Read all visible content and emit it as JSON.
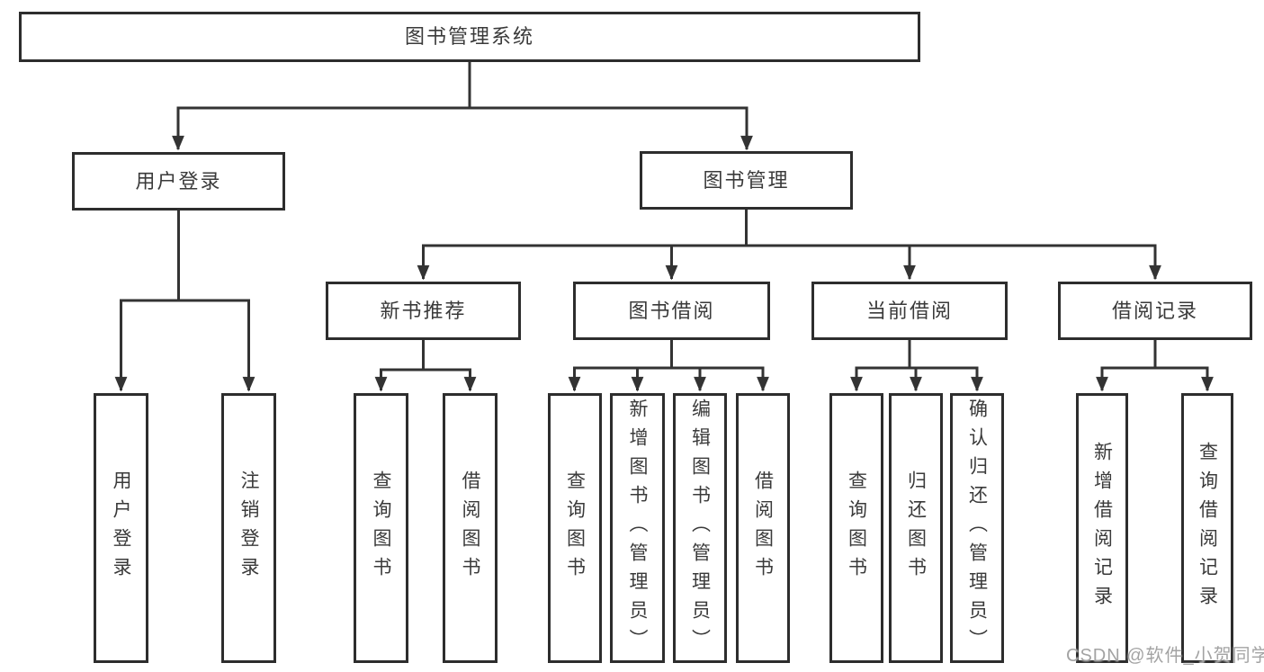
{
  "tree": {
    "root": {
      "label": "图书管理系统"
    },
    "branches": [
      {
        "label": "用户登录",
        "children": [
          {
            "label": "用户登录"
          },
          {
            "label": "注销登录"
          }
        ]
      },
      {
        "label": "图书管理",
        "children": [
          {
            "label": "新书推荐",
            "children": [
              {
                "label": "查询图书"
              },
              {
                "label": "借阅图书"
              }
            ]
          },
          {
            "label": "图书借阅",
            "children": [
              {
                "label": "查询图书"
              },
              {
                "label": "新增图书（管理员）"
              },
              {
                "label": "编辑图书（管理员）"
              },
              {
                "label": "借阅图书"
              }
            ]
          },
          {
            "label": "当前借阅",
            "children": [
              {
                "label": "查询图书"
              },
              {
                "label": "归还图书"
              },
              {
                "label": "确认归还（管理员）"
              }
            ]
          },
          {
            "label": "借阅记录",
            "children": [
              {
                "label": "新增借阅记录"
              },
              {
                "label": "查询借阅记录"
              }
            ]
          }
        ]
      }
    ]
  },
  "watermark": "CSDN @软件_小贺同学",
  "colors": {
    "line": "#333333",
    "border": "#2d2d2d",
    "text": "#3a3a3a",
    "watermark": "#9e9e9e",
    "background": "#ffffff"
  }
}
